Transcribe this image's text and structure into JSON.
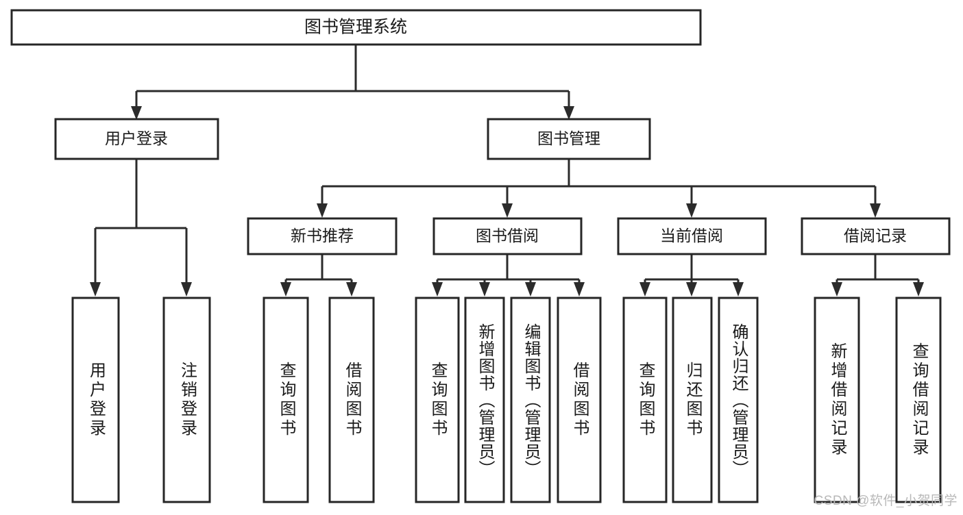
{
  "diagram": {
    "type": "hierarchy-tree",
    "title": "图书管理系统",
    "watermark": "CSDN @软件_小贺同学",
    "colors": {
      "background": "#ffffff",
      "box_stroke": "#262626",
      "connector": "#2b2b2b",
      "text": "#1a1a1a",
      "watermark": "#b8b8b8"
    },
    "root": {
      "label": "图书管理系统",
      "level": 1
    },
    "level2": [
      {
        "label": "用户登录"
      },
      {
        "label": "图书管理"
      }
    ],
    "level3": [
      {
        "label": "新书推荐"
      },
      {
        "label": "图书借阅"
      },
      {
        "label": "当前借阅"
      },
      {
        "label": "借阅记录"
      }
    ],
    "leaves": {
      "user_login": [
        {
          "label": "用户登录"
        },
        {
          "label": "注销登录"
        }
      ],
      "new_book_recommend": [
        {
          "label": "查询图书"
        },
        {
          "label": "借阅图书"
        }
      ],
      "book_borrow": [
        {
          "label": "查询图书"
        },
        {
          "label": "新增图书（管理员）"
        },
        {
          "label": "编辑图书（管理员）"
        },
        {
          "label": "借阅图书"
        }
      ],
      "current_borrow": [
        {
          "label": "查询图书"
        },
        {
          "label": "归还图书"
        },
        {
          "label": "确认归还（管理员）"
        }
      ],
      "borrow_record": [
        {
          "label": "新增借阅记录"
        },
        {
          "label": "查询借阅记录"
        }
      ]
    }
  }
}
